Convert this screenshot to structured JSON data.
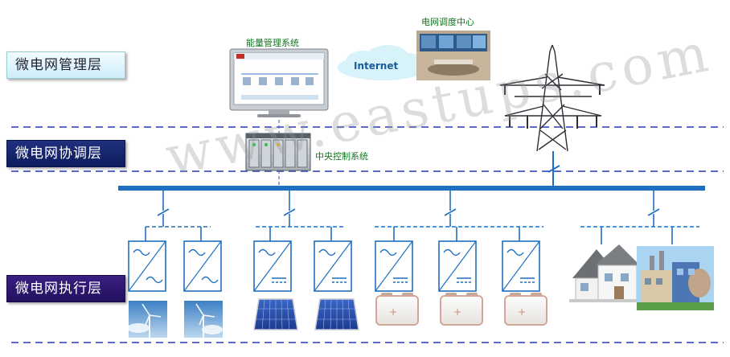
{
  "layers": {
    "management": "微电网管理层",
    "coordination": "微电网协调层",
    "execution": "微电网执行层"
  },
  "captions": {
    "ems": "能量管理系统",
    "dispatch_center": "电网调度中心",
    "central_control": "中央控制系统",
    "internet": "Internet"
  },
  "watermark": "www.eastups.com",
  "colors": {
    "bus": "#1f6fc1",
    "dashed_divider": "#5b6bc9",
    "caption_green": "#11751f",
    "coordination_label": "#0d1c5e",
    "execution_label": "#22105e"
  }
}
